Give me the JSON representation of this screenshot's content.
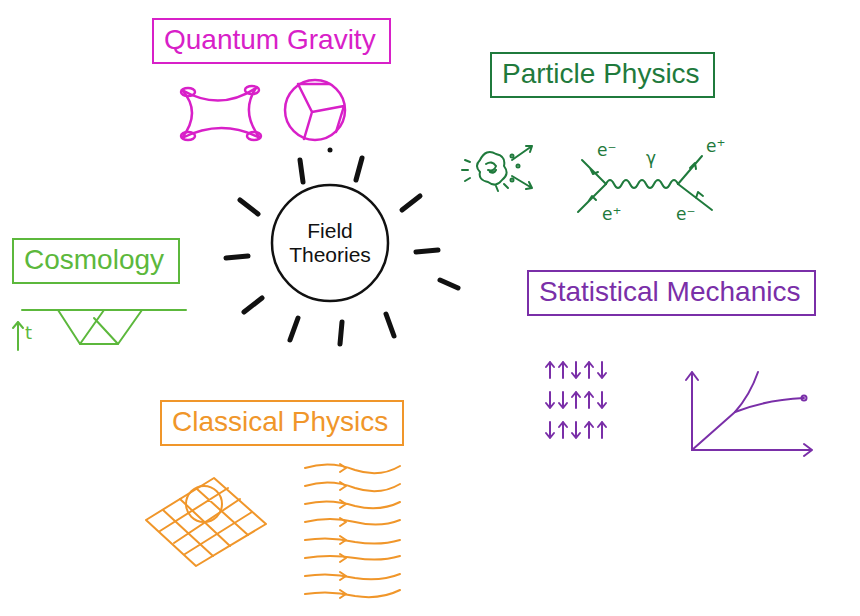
{
  "diagram": {
    "nodes": [
      {
        "text": [
          "Quantum Gravity"
        ]
      },
      {
        "text": [
          "Particle Physics"
        ]
      },
      {
        "text": [
          "Field Theories"
        ]
      },
      {
        "text": [
          "Cosmology"
        ]
      },
      {
        "text": [
          "Statistical Mechanics"
        ]
      },
      {
        "text": [
          "Classical Physics"
        ]
      }
    ],
    "labels": [
      "e⁻",
      "γ",
      "e⁺",
      "e⁺",
      "e⁻",
      "t"
    ]
  }
}
